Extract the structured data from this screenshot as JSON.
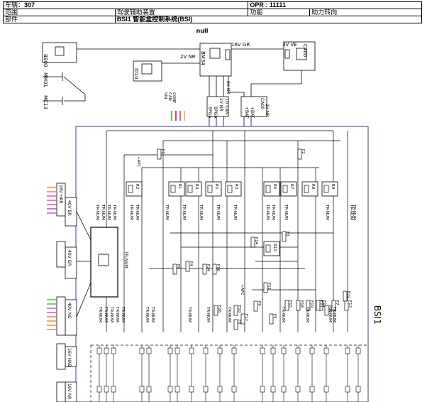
{
  "header": {
    "row1": {
      "label": "车辆：",
      "vehicle": "307",
      "opr_label": "OPR : ",
      "opr_value": "11111"
    },
    "row2": {
      "label": "范围",
      "scope": "驾驶辅助装置",
      "func_label": "功能",
      "func_value": "助力转向"
    },
    "row3": {
      "label": "部件",
      "component": "BSI1 智能盒控制系统(BSI)"
    },
    "subtitle": "null"
  },
  "diagram": {
    "components": {
      "bb00": "BB00",
      "bm34": "BM34",
      "c400": "C400",
      "i010": "I010",
      "mc13": "MC13",
      "mm01": "MM01",
      "bsi": "BSI1"
    },
    "connector_labels": {
      "bm34_16v": "16V GR",
      "bm34_2v": "2V NR",
      "bm34_8v": "8V NR",
      "c400_3v": "3V VE",
      "mini1": "2V NR",
      "mini2": "1D CAN",
      "ca00": "CA00",
      "bsi_2v": "2V NR",
      "bsi_40v_br": "40V BR",
      "bsi_16v_hab": "16V HAB",
      "bsi_40v_gr": "40V GR",
      "bsi_40v_ng": "40V NG",
      "bsi_16v_hab2": "16V HAB",
      "bsi_16v_nr": "16V NR",
      "bsi_16v_bottom": "16V"
    },
    "wire_labels": {
      "w1": "VIN",
      "w2": "CAN",
      "w3": "CONF",
      "w4": "BPGA",
      "w5": "BPGA",
      "w6": "+BAT",
      "w7": "+BAT"
    },
    "relays": [
      "R2",
      "R1",
      "R4",
      "R5",
      "R3",
      "R6",
      "R7",
      "R8",
      "R9",
      "R10"
    ],
    "fuses": [
      "F1",
      "F2",
      "F3",
      "F4",
      "F5",
      "F6",
      "F7",
      "F8",
      "F9",
      "F10",
      "F11",
      "F12",
      "F13",
      "F14",
      "F15",
      "F16",
      "F17",
      "F18",
      "F19",
      "F21",
      "F22",
      "F23",
      "F24",
      "F26"
    ],
    "signal": "TR-NUM",
    "apc": "+APC",
    "colors": {
      "frame": "#2a3db0",
      "orange": "#f07a1a",
      "magenta": "#e030c8",
      "green": "#22c022",
      "yellow": "#e0c020",
      "purple": "#8040c0",
      "red": "#e02020"
    }
  }
}
